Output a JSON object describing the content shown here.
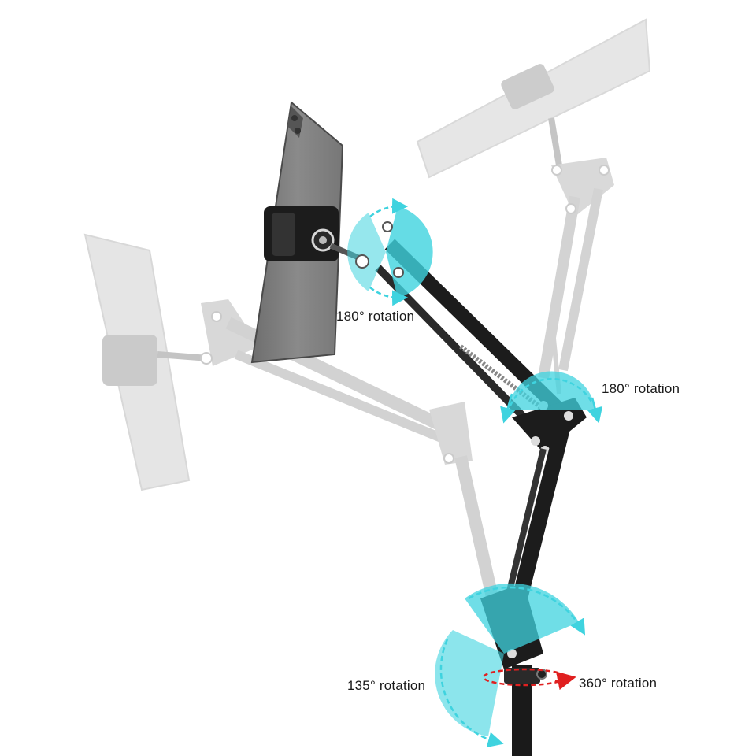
{
  "labels": {
    "top_joint": "180° rotation",
    "elbow_joint": "180° rotation",
    "base_tilt": "135° rotation",
    "base_swivel": "360° rotation"
  },
  "colors": {
    "accent_cyan": "#3fd3df",
    "swivel_red": "#e02020",
    "arm_black": "#1c1c1c",
    "ghost_gray": "#c8c8c8"
  }
}
